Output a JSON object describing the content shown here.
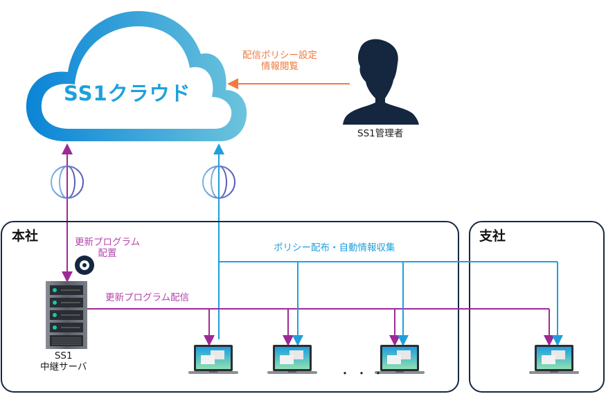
{
  "cloud": {
    "label": "SS1クラウド",
    "gradient_start": "#0a84d6",
    "gradient_end": "#6cc4dc"
  },
  "admin": {
    "label": "SS1管理者",
    "icon": "person-silhouette-icon",
    "color": "#14273f"
  },
  "admin_arrow": {
    "line1": "配信ポリシー設定",
    "line2": "情報閲覧",
    "color": "#f07a40"
  },
  "offices": {
    "head": {
      "label": "本社"
    },
    "branch": {
      "label": "支社"
    }
  },
  "relay_server": {
    "line1": "SS1",
    "line2": "中継サーバ",
    "icon": "server-icon"
  },
  "update_placement": {
    "line1": "更新プログラム",
    "line2": "配置",
    "icon": "disc-icon"
  },
  "update_delivery": {
    "label": "更新プログラム配信",
    "color": "#9c2a96"
  },
  "policy_flow": {
    "label": "ポリシー配布・自動情報収集",
    "color": "#1ea0dc"
  },
  "globe_icon": "globe-icon",
  "ellipsis": "・・・",
  "clients": [
    {
      "location": "head",
      "icon": "laptop-icon"
    },
    {
      "location": "head",
      "icon": "laptop-icon"
    },
    {
      "location": "head",
      "icon": "laptop-icon"
    },
    {
      "location": "branch",
      "icon": "laptop-icon"
    }
  ]
}
